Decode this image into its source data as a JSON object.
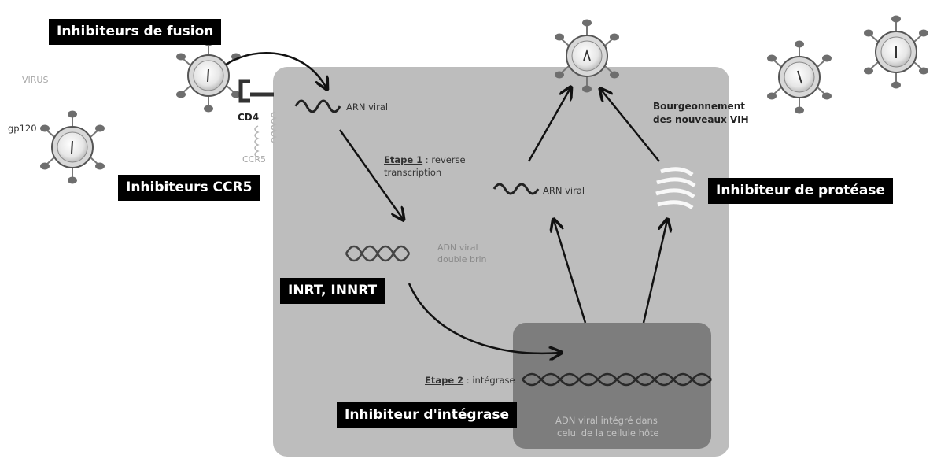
{
  "labels": {
    "fusion_inhibitors": "Inhibiteurs de fusion",
    "ccr5_inhibitors": "Inhibiteurs CCR5",
    "protease_inhibitor": "Inhibiteur de protéase",
    "inrt_innrt": "INRT, INNRT",
    "integrase_inhibitor": "Inhibiteur d'intégrase"
  },
  "annotations": {
    "virus": "VIRUS",
    "gp120": "gp120",
    "cd4": "CD4",
    "ccr5": "CCR5",
    "arn_viral_top": "ARN viral",
    "arn_viral_right": "ARN viral",
    "step1_title": "Etape 1",
    "step1_rest": " : reverse",
    "step1_line2": "transcription",
    "adn_viral_line1": "ADN viral",
    "adn_viral_line2": "double brin",
    "step2_title": "Etape 2",
    "step2_rest": " : intégrase",
    "budding_line1": "Bourgeonnement",
    "budding_line2": "des nouveaux VIH",
    "integrated_line1": "ADN viral intégré dans",
    "integrated_line2": "celui de la cellule hôte"
  },
  "colors": {
    "cell": "#bdbdbd",
    "nucleus": "#7d7d7d",
    "label_bg": "#000000",
    "virus_outline": "#4a4a4a",
    "knob": "#707070"
  },
  "icons": [
    "virus-particle-icon",
    "arrow-icon",
    "rna-strand-icon",
    "dna-double-helix-icon",
    "receptor-icon"
  ]
}
